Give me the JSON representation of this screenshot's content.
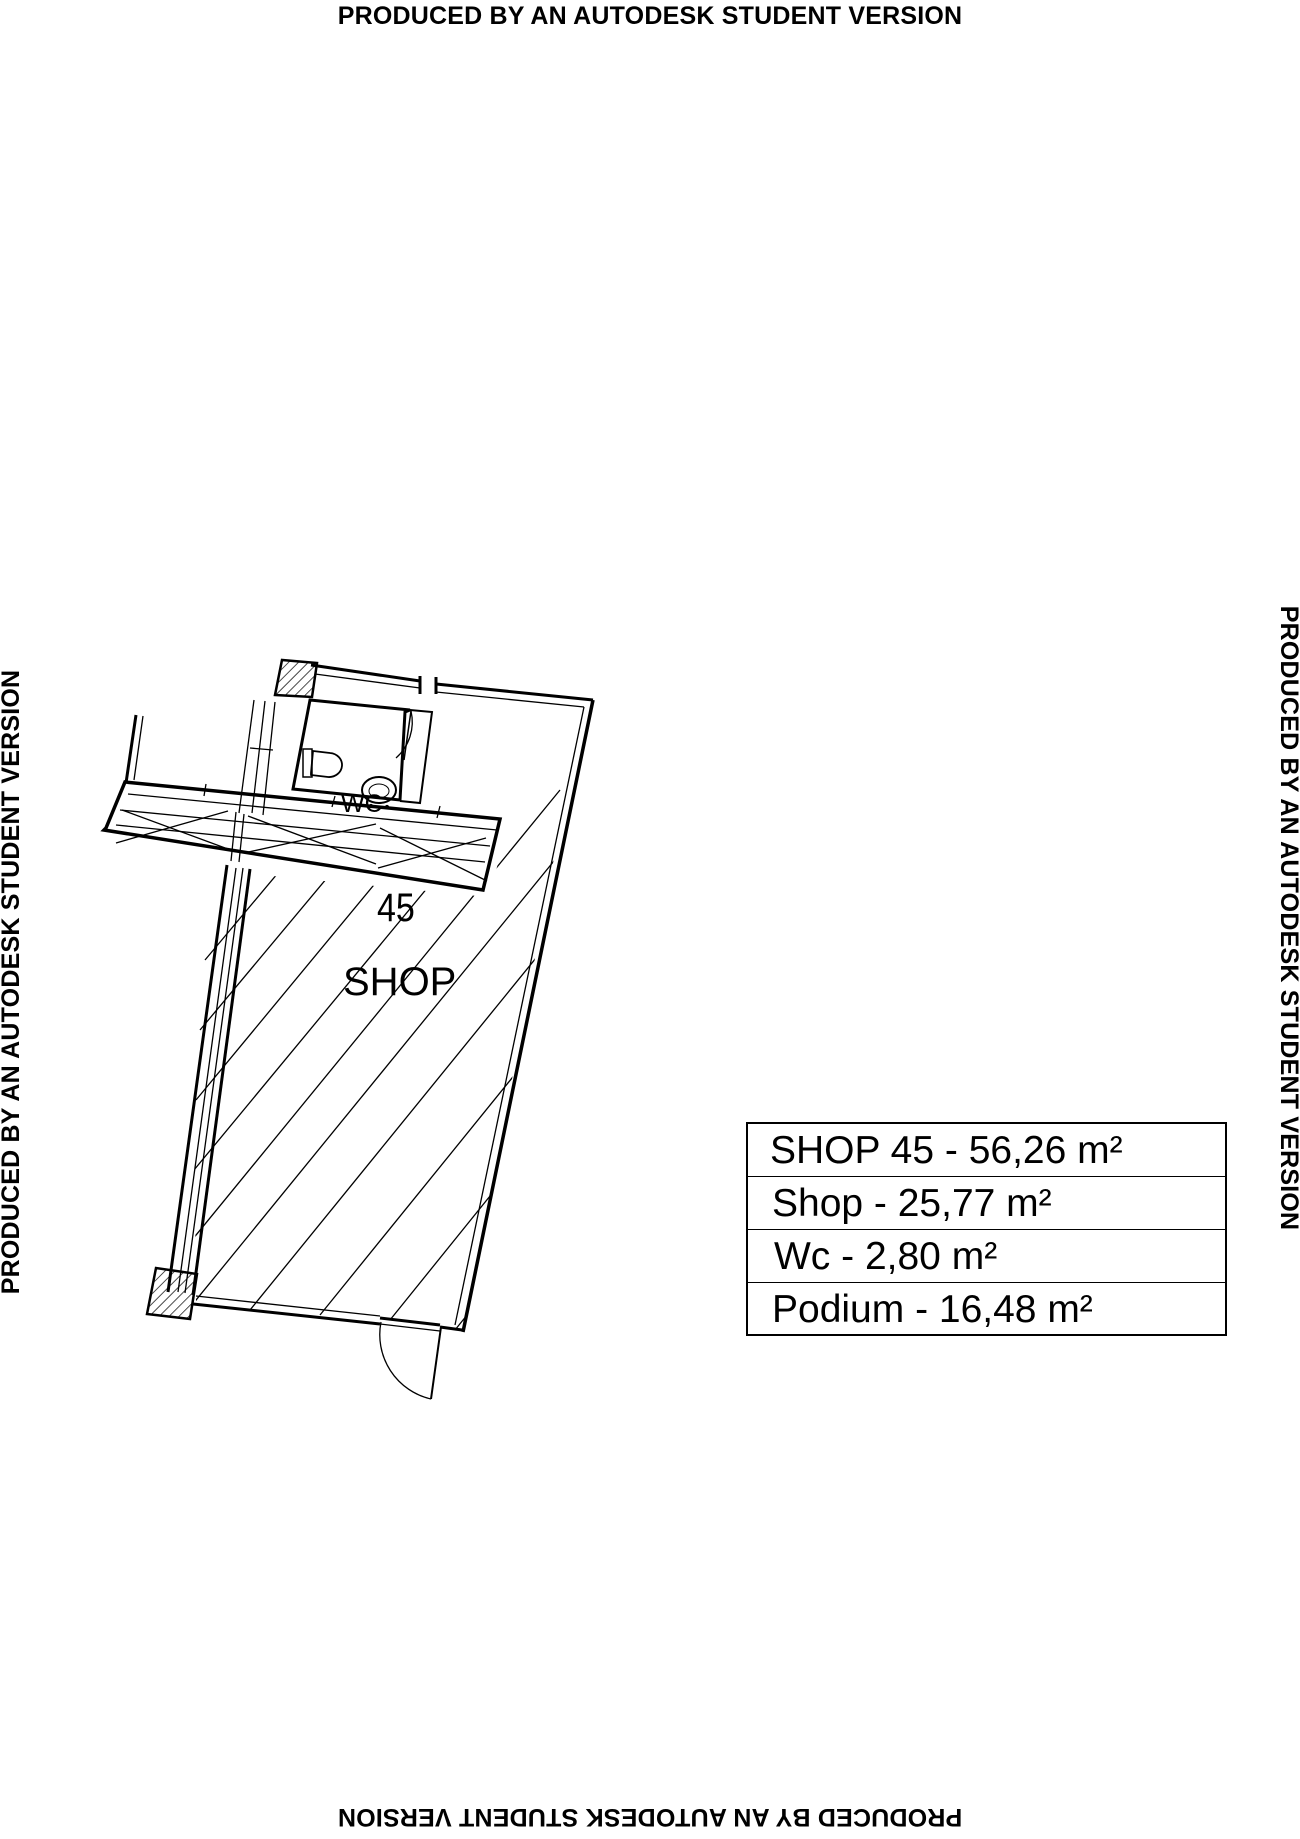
{
  "watermarks": {
    "top": "PRODUCED BY AN AUTODESK STUDENT VERSION",
    "bottom": "PRODUCED BY AN AUTODESK STUDENT VERSION",
    "left": "PRODUCED BY AN AUTODESK STUDENT VERSION",
    "right": "PRODUCED BY AN AUTODESK STUDENT VERSION"
  },
  "plan": {
    "wc_label": "WC",
    "unit_number": "45",
    "shop_label": "SHOP"
  },
  "area_table": {
    "rows": [
      "SHOP 45 - 56,26 m²",
      "Shop - 25,77 m²",
      "Wc - 2,80 m²",
      "Podium - 16,48 m²"
    ]
  }
}
